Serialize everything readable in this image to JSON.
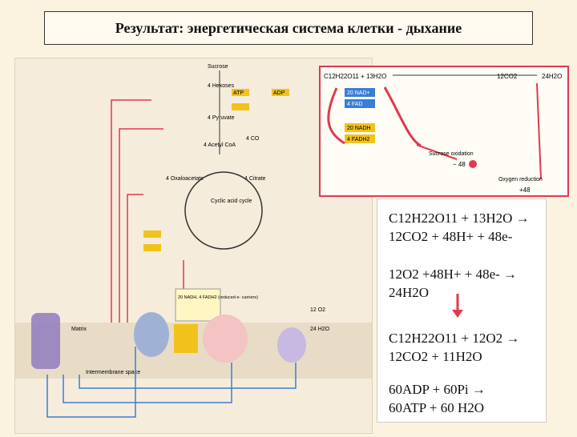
{
  "title": "Результат: энергетическая система клетки - дыхание",
  "diagram": {
    "labels": {
      "sucrose": "Sucrose",
      "hexoses": "4 Hexoses",
      "pyruvate": "4 Pyruvate",
      "acetyl_coa": "4 Acetyl CoA",
      "co2_4": "4 CO",
      "oxaloacetate": "4 Oxaloacetate",
      "citrate": "4 Citrate",
      "cycle": "Cyclic acid cycle",
      "atp": "ATP",
      "adp": "ADP",
      "nadh_box": "20 NADH, 4 FADH2 (reduced e- carriers)",
      "matrix": "Matrix",
      "intermembrane": "Intermembrane space",
      "h2o": "24 H2O",
      "o2": "12 O2"
    },
    "inset": {
      "top_formula": "C12H22O11 + 13H2O",
      "top_formula_right": "12CO2",
      "top_formula_far": "24H2O",
      "nad": "20 NAD+",
      "fad": "4 FAD",
      "nadh": "20 NADH",
      "fadh2": "4 FADH2",
      "sucrose_oxidation": "Sucrose oxidation",
      "e48": "− 48",
      "oxygen_reduction": "Oxygen reduction",
      "e48plus": "+48"
    }
  },
  "equations": [
    {
      "line1": "C12H22O11 + 13H2O  →",
      "line2": "12CO2 + 48H+ + 48e-"
    },
    {
      "line1": "12O2 +48H+ + 48e-  →",
      "line2": "24H2O"
    },
    {
      "line1": "C12H22O11 + 12O2   →",
      "line2": "12CO2 + 11H2O"
    },
    {
      "line1": "60ADP + 60Pi          →",
      "line2": "60ATP + 60 H2O"
    }
  ],
  "colors": {
    "accent_red": "#e2384e",
    "nad_blue": "#3a7dd8",
    "nadh_yellow": "#f2c21c",
    "membrane_purple": "#8f7bc0"
  }
}
